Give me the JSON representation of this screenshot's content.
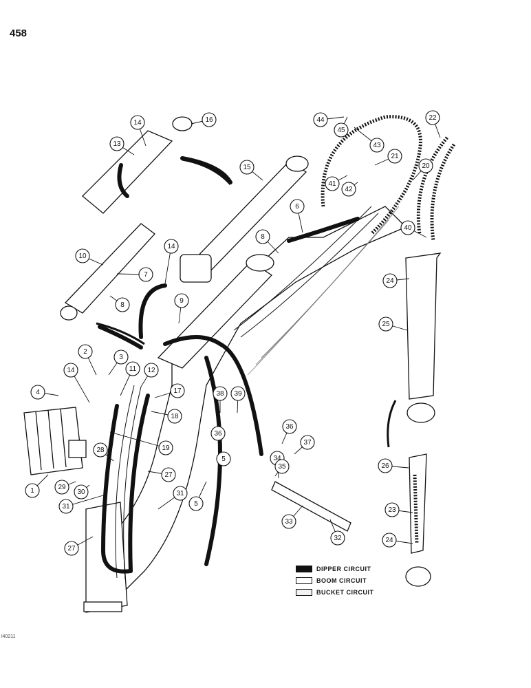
{
  "page_number": "458",
  "figure_id": "l40211",
  "callouts": [
    "1",
    "2",
    "3",
    "4",
    "5",
    "5",
    "6",
    "7",
    "8",
    "8",
    "9",
    "10",
    "11",
    "12",
    "13",
    "14",
    "14",
    "14",
    "15",
    "16",
    "17",
    "18",
    "19",
    "20",
    "21",
    "22",
    "23",
    "24",
    "24",
    "25",
    "26",
    "27",
    "27",
    "28",
    "29",
    "30",
    "31",
    "31",
    "32",
    "33",
    "34",
    "35",
    "36",
    "36",
    "37",
    "38",
    "39",
    "40",
    "41",
    "42",
    "43",
    "44",
    "45"
  ],
  "legend": [
    {
      "label": "DIPPER CIRCUIT",
      "fill": "#111111"
    },
    {
      "label": "BOOM CIRCUIT",
      "fill": "#ffffff"
    },
    {
      "label": "BUCKET CIRCUIT",
      "fill": "#f2f2f2"
    }
  ]
}
